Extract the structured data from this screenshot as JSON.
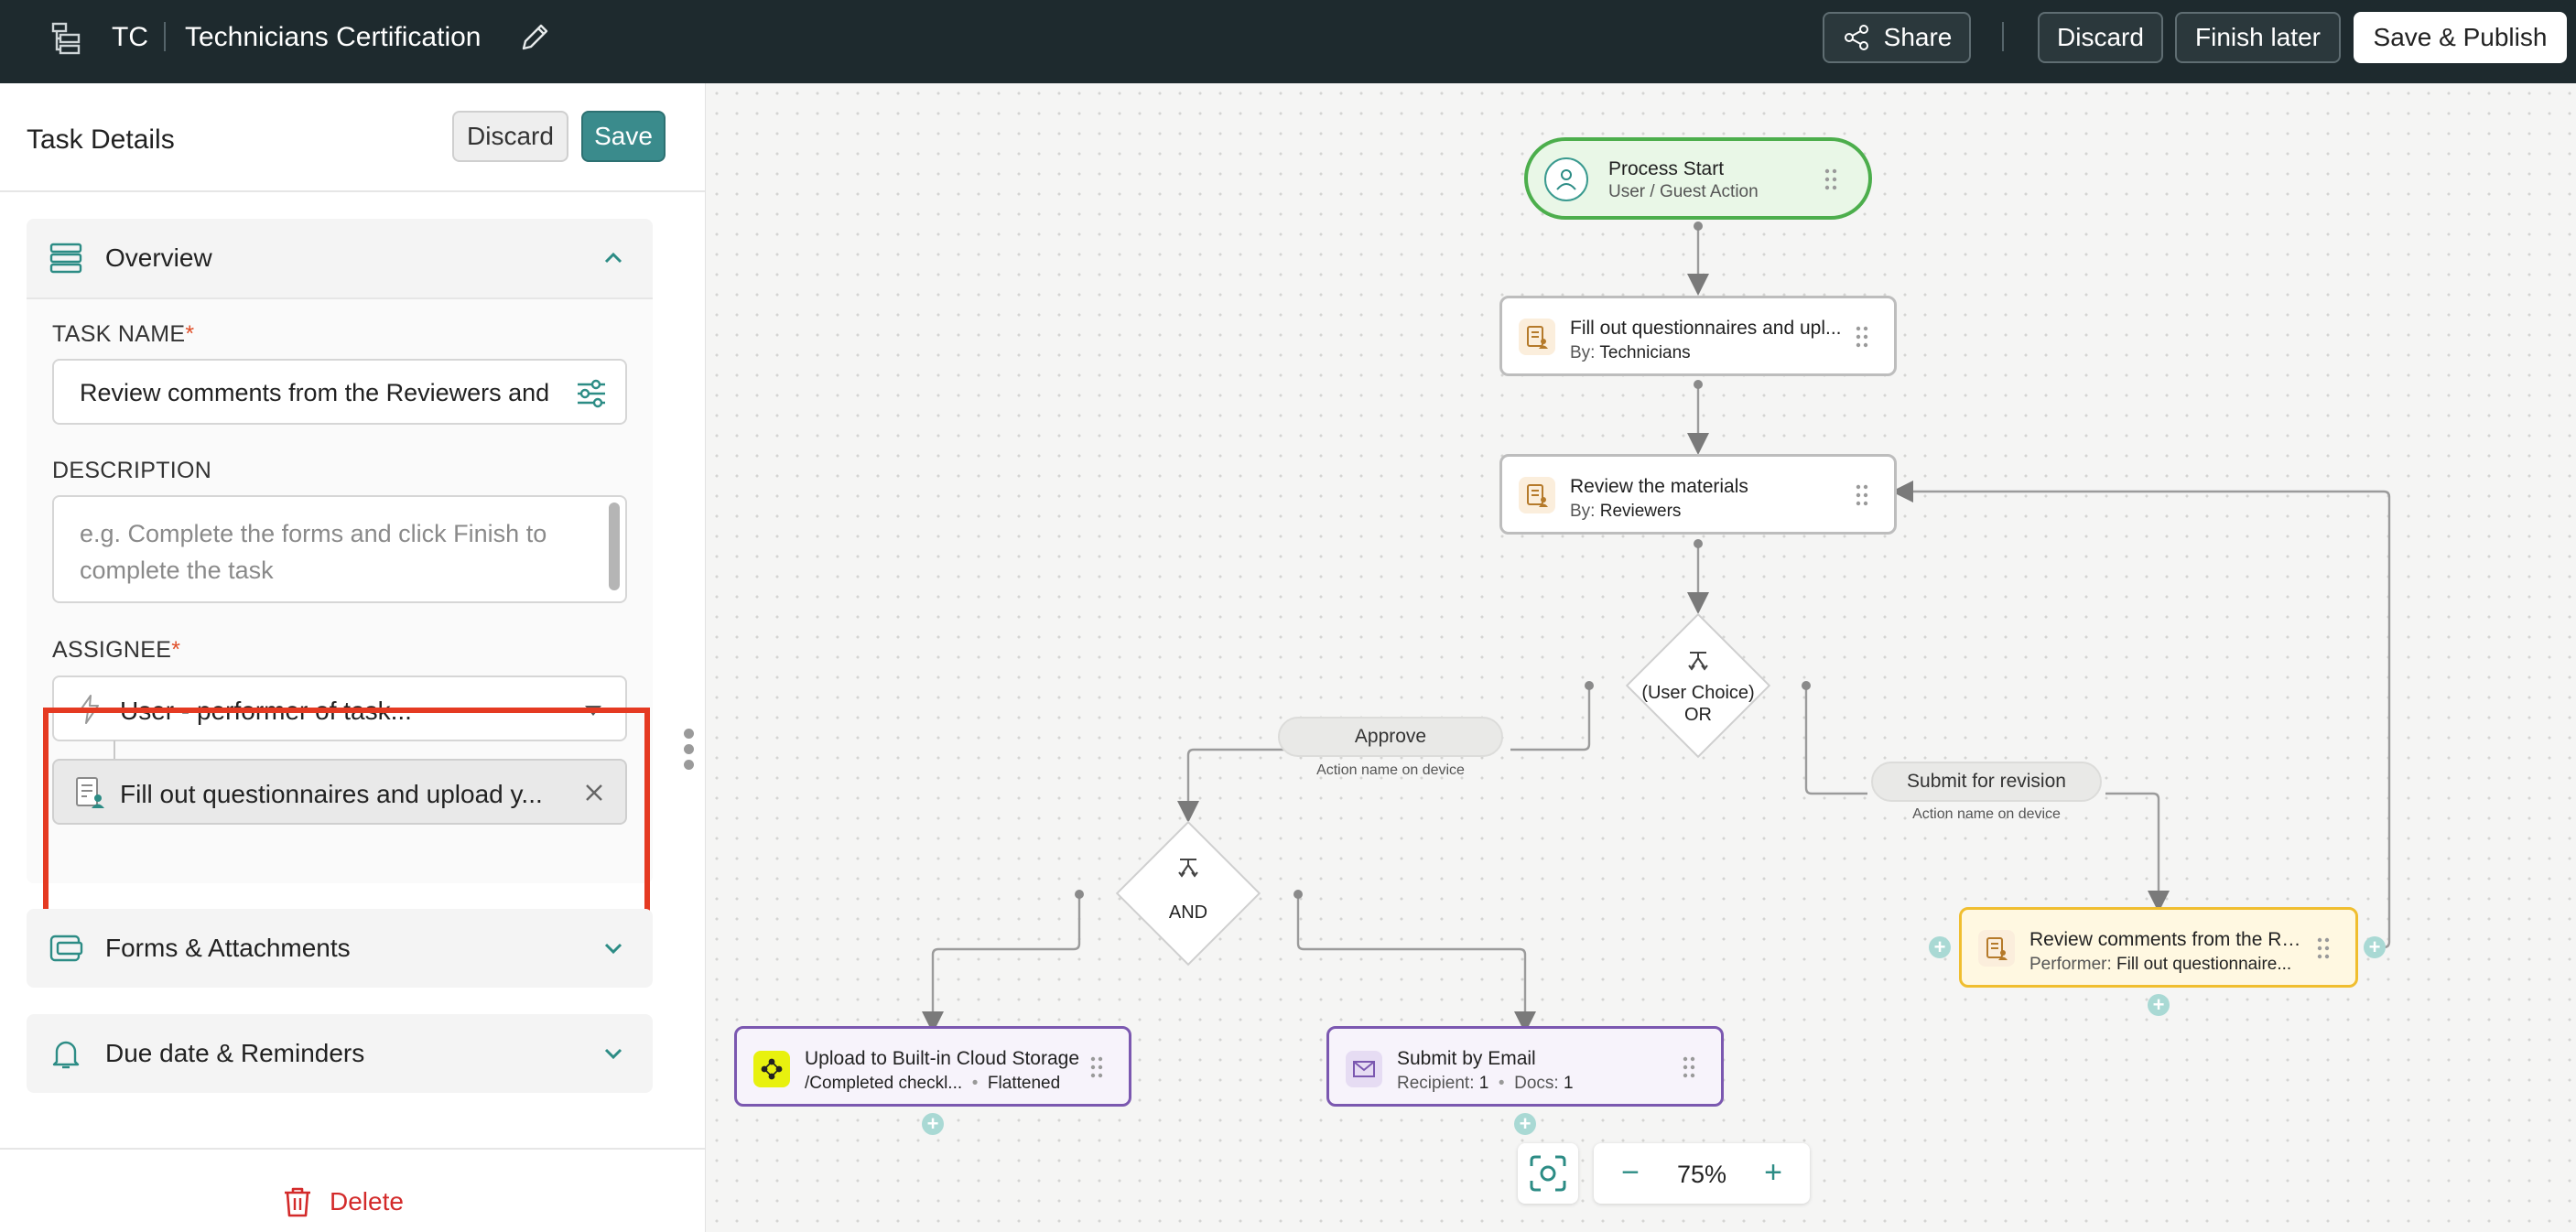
{
  "header": {
    "app_abbr": "TC",
    "title": "Technicians Certification",
    "share_label": "Share",
    "discard_label": "Discard",
    "finish_later_label": "Finish later",
    "save_publish_label": "Save & Publish"
  },
  "panel": {
    "title": "Task Details",
    "discard_label": "Discard",
    "save_label": "Save",
    "overview": {
      "label": "Overview",
      "task_name_label": "TASK NAME",
      "required_mark": "*",
      "task_name_value": "Review comments from the Reviewers and",
      "description_label": "DESCRIPTION",
      "description_placeholder": "e.g. Complete the forms and click Finish to complete the task",
      "assignee_label": "ASSIGNEE",
      "assignee_type": "User - performer of task...",
      "assignee_task": "Fill out questionnaires and upload y..."
    },
    "forms_label": "Forms & Attachments",
    "due_label": "Due date & Reminders",
    "delete_label": "Delete"
  },
  "canvas": {
    "start": {
      "title": "Process Start",
      "subtitle": "User / Guest Action"
    },
    "node_fill": {
      "title": "Fill out questionnaires and upl...",
      "by_label": "By:",
      "by_value": "Technicians"
    },
    "node_review": {
      "title": "Review the materials",
      "by_label": "By:",
      "by_value": "Reviewers"
    },
    "gateway_choice": {
      "line1": "(User Choice)",
      "line2": "OR"
    },
    "gateway_and": {
      "label": "AND"
    },
    "approve": {
      "label": "Approve",
      "sub": "Action name on device"
    },
    "revision": {
      "label": "Submit for revision",
      "sub": "Action name on device"
    },
    "node_comments": {
      "title": "Review comments from the Re...",
      "by_label": "Performer:",
      "by_value": "Fill out questionnaire..."
    },
    "node_upload": {
      "title": "Upload to Built-in Cloud Storage",
      "sub_left": "/Completed checkl...",
      "dot": "•",
      "sub_right": "Flattened"
    },
    "node_email": {
      "title": "Submit by Email",
      "recipient_label": "Recipient:",
      "recipient_value": "1",
      "dot": "•",
      "docs_label": "Docs:",
      "docs_value": "1"
    },
    "zoom": {
      "minus": "−",
      "value": "75%",
      "plus": "+"
    }
  },
  "colors": {
    "accent": "#3a8b8c",
    "topbar": "#1e2a2e",
    "start_border": "#4cae4c",
    "highlight": "#e53a22",
    "delete": "#d32a2a"
  }
}
